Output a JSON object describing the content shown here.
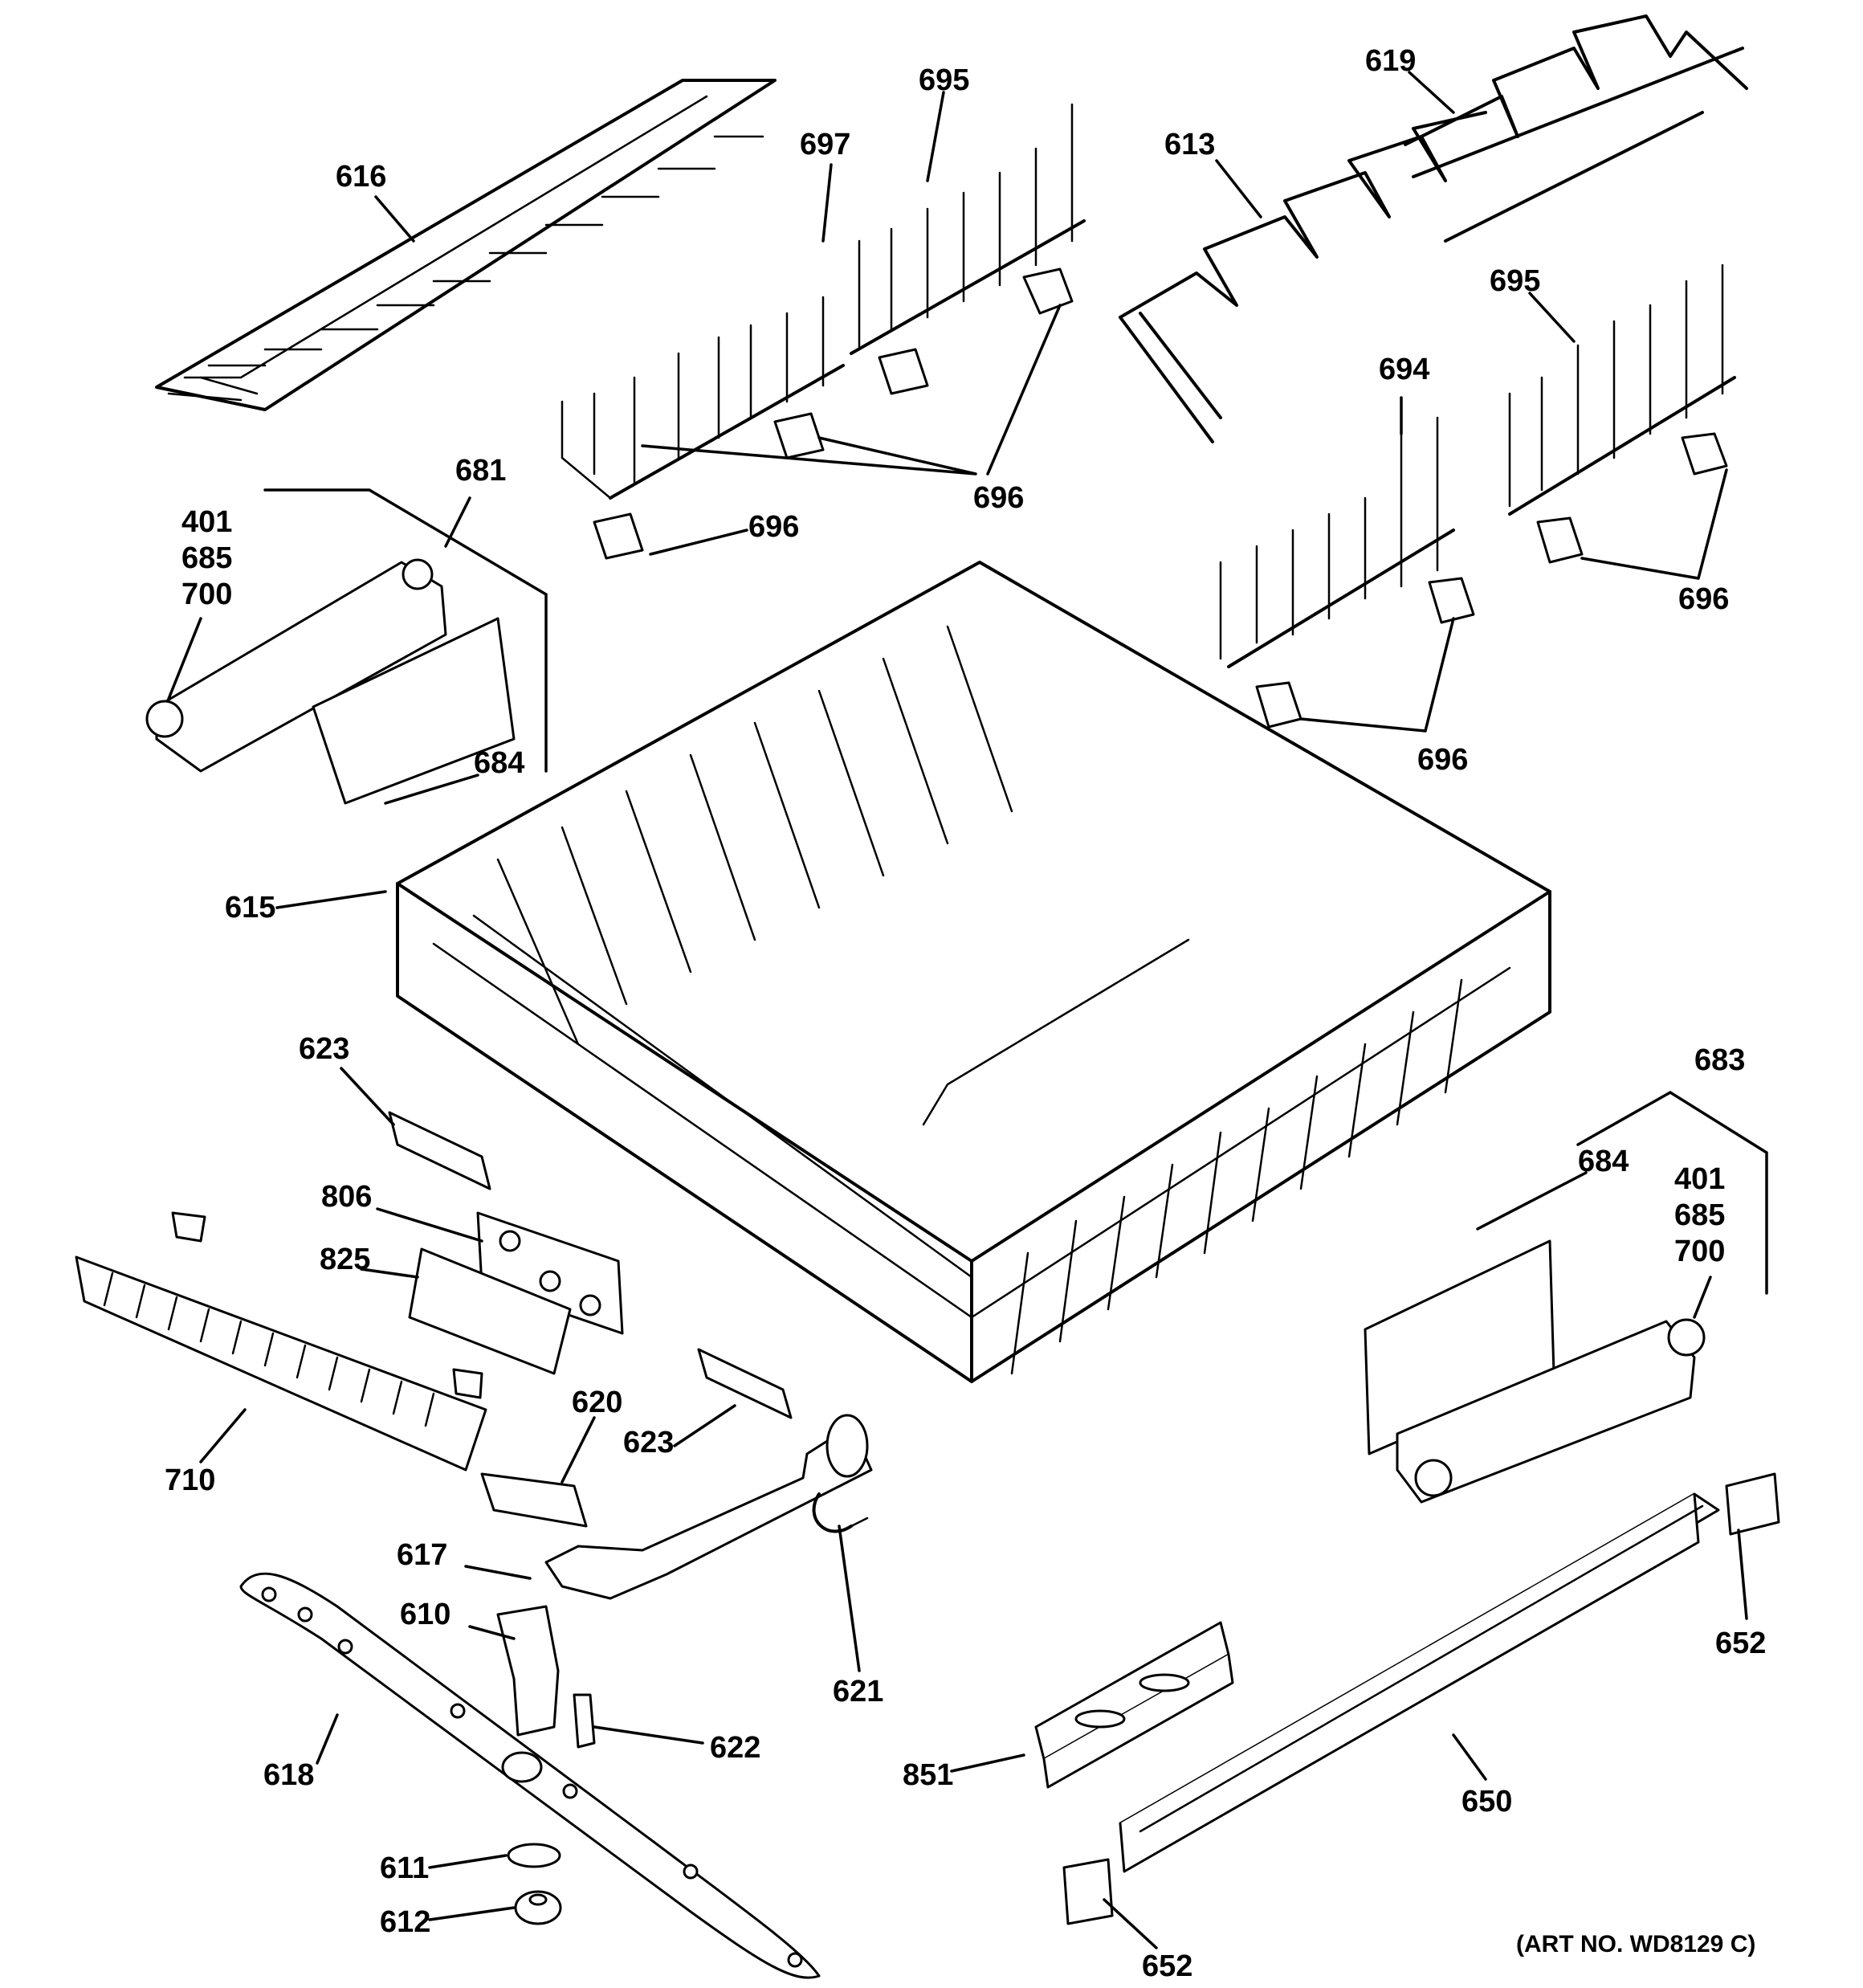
{
  "diagram": {
    "callouts": {
      "c616": "616",
      "c697": "697",
      "c695a": "695",
      "c619": "619",
      "c613": "613",
      "c695b": "695",
      "c694": "694",
      "c681": "681",
      "c401a": "401",
      "c685a": "685",
      "c700a": "700",
      "c696a": "696",
      "c696b": "696",
      "c696c": "696",
      "c696d": "696",
      "c684a": "684",
      "c615": "615",
      "c623a": "623",
      "c806": "806",
      "c825": "825",
      "c710": "710",
      "c620": "620",
      "c623b": "623",
      "c683": "683",
      "c684b": "684",
      "c401b": "401",
      "c685b": "685",
      "c700b": "700",
      "c617": "617",
      "c610": "610",
      "c621": "621",
      "c622": "622",
      "c618": "618",
      "c652a": "652",
      "c650": "650",
      "c851": "851",
      "c611": "611",
      "c612": "612",
      "c652b": "652"
    },
    "art_number": "(ART NO. WD8129 C)"
  }
}
